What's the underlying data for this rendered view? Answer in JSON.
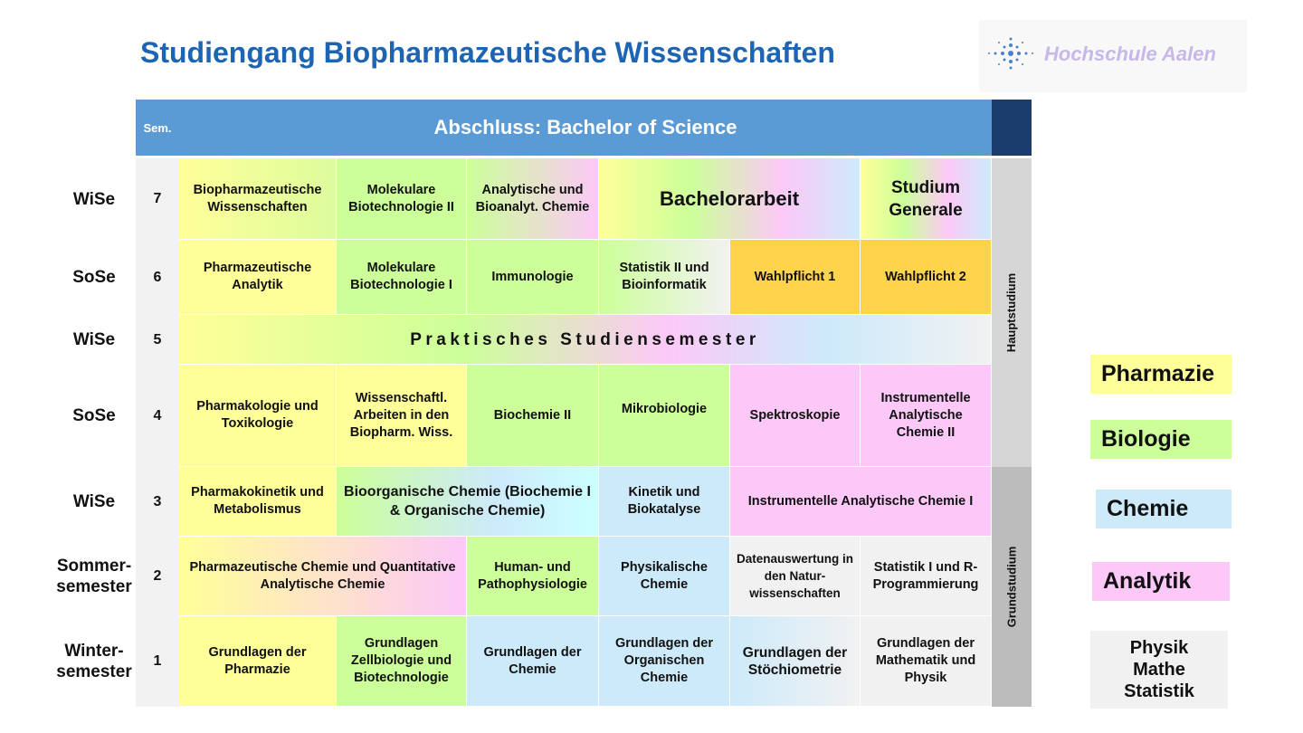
{
  "title": "Studiengang Biopharmazeutische Wissenschaften",
  "logo": {
    "text": "Hochschule Aalen",
    "icon": "star-burst-icon"
  },
  "header": {
    "sem": "Sem.",
    "main": "Abschluss: Bachelor of Science"
  },
  "rows": [
    {
      "label": "WiSe",
      "sem": "7"
    },
    {
      "label": "SoSe",
      "sem": "6"
    },
    {
      "label": "WiSe",
      "sem": "5"
    },
    {
      "label": "SoSe",
      "sem": "4"
    },
    {
      "label": "WiSe",
      "sem": "3"
    },
    {
      "label": "Sommer-\nsemester",
      "sem": "2"
    },
    {
      "label": "Winter-\nsemester",
      "sem": "1"
    }
  ],
  "s7": [
    "Biopharmazeutische Wissenschaften",
    "Molekulare Biotechnologie II",
    "Analytische und Bioanalyt. Chemie",
    "Bachelorarbeit",
    "Studium Generale"
  ],
  "s6": [
    "Pharmazeutische Analytik",
    "Molekulare Biotechnologie I",
    "Immunologie",
    "Statistik II und Bioinformatik",
    "Wahlpflicht 1",
    "Wahlpflicht 2"
  ],
  "s5": [
    "Praktisches Studiensemester"
  ],
  "s4": [
    "Pharmakologie und Toxikologie",
    "Wissenschaftl. Arbeiten in den Biopharm. Wiss.",
    "Biochemie II",
    "Mikrobiologie",
    "Spektroskopie",
    "Instrumentelle Analytische Chemie II"
  ],
  "s3": [
    "Pharmakokinetik und Metabolismus",
    "Bioorganische Chemie (Biochemie I & Organische Chemie)",
    "Kinetik und Biokatalyse",
    "Instrumentelle Analytische Chemie I"
  ],
  "s2": [
    "Pharmazeutische Chemie und Quantitative Analytische Chemie",
    "Human- und Pathophysiologie",
    "Physikalische Chemie",
    "Datenauswertung in den Natur-wissenschaften",
    "Statistik I und R-Programmierung"
  ],
  "s1": [
    "Grundlagen der Pharmazie",
    "Grundlagen Zellbiologie und Biotechnologie",
    "Grundlagen der Chemie",
    "Grundlagen der Organischen Chemie",
    "Grundlagen der Stöchiometrie",
    "Grundlagen der Mathematik und Physik"
  ],
  "side": {
    "haupt": "Hauptstudium",
    "grund": "Grundstudium"
  },
  "legend": [
    "Pharmazie",
    "Biologie",
    "Chemie",
    "Analytik",
    "Physik\nMathe\nStatistik"
  ],
  "colors": {
    "title": "#1d64b3",
    "header": "#5b9bd5",
    "pharmazie": "#ffff99",
    "biologie": "#ccff99",
    "chemie": "#cdeafa",
    "analytik": "#fcc8f8",
    "physik": "#f1f1f1",
    "wahlpflicht": "#ffd44d"
  }
}
